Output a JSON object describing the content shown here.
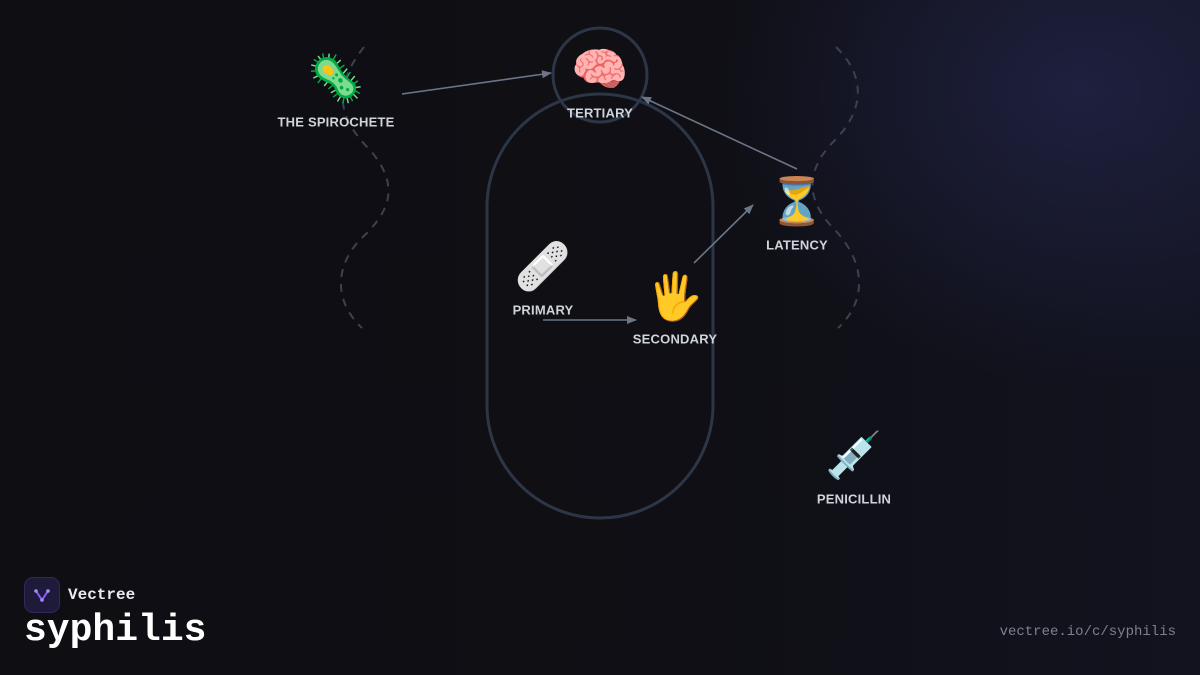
{
  "diagram": {
    "nodes": [
      {
        "id": "spirochete",
        "label": "THE SPIROCHETE",
        "icon": "microbe-icon",
        "glyph": "🦠"
      },
      {
        "id": "tertiary",
        "label": "TERTIARY",
        "icon": "brain-icon",
        "glyph": "🧠"
      },
      {
        "id": "primary",
        "label": "PRIMARY",
        "icon": "bandage-icon",
        "glyph": "🩹"
      },
      {
        "id": "secondary",
        "label": "SECONDARY",
        "icon": "hand-icon",
        "glyph": "🖐"
      },
      {
        "id": "latency",
        "label": "LATENCY",
        "icon": "hourglass-icon",
        "glyph": "⏳"
      },
      {
        "id": "penicillin",
        "label": "PENICILLIN",
        "icon": "syringe-icon",
        "glyph": "💉"
      }
    ],
    "edges": [
      {
        "from": "spirochete",
        "to": "tertiary"
      },
      {
        "from": "primary",
        "to": "secondary"
      },
      {
        "from": "secondary",
        "to": "latency"
      },
      {
        "from": "latency",
        "to": "tertiary"
      }
    ],
    "colors": {
      "arrow": "#6b7689",
      "outline": "#2c3646",
      "dashed": "#3a4252",
      "label": "#cfd3dc"
    }
  },
  "brand": {
    "name": "Vectree",
    "logo_icon": "vectree-logo-icon",
    "accent": "#8b5cf6"
  },
  "page": {
    "title": "syphilis",
    "url": "vectree.io/c/syphilis"
  }
}
